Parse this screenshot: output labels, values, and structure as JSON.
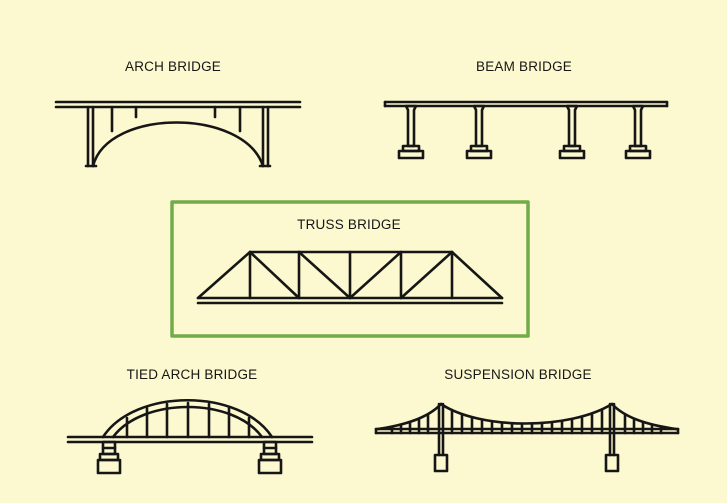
{
  "bridges": {
    "arch": {
      "label": "ARCH BRIDGE"
    },
    "beam": {
      "label": "BEAM BRIDGE"
    },
    "truss": {
      "label": "TRUSS BRIDGE",
      "highlighted": true
    },
    "tied_arch": {
      "label": "TIED ARCH BRIDGE"
    },
    "suspension": {
      "label": "SUSPENSION BRIDGE"
    }
  },
  "colors": {
    "background": "#fcf8cf",
    "line": "#161616",
    "highlight_border": "#72ab4a"
  }
}
